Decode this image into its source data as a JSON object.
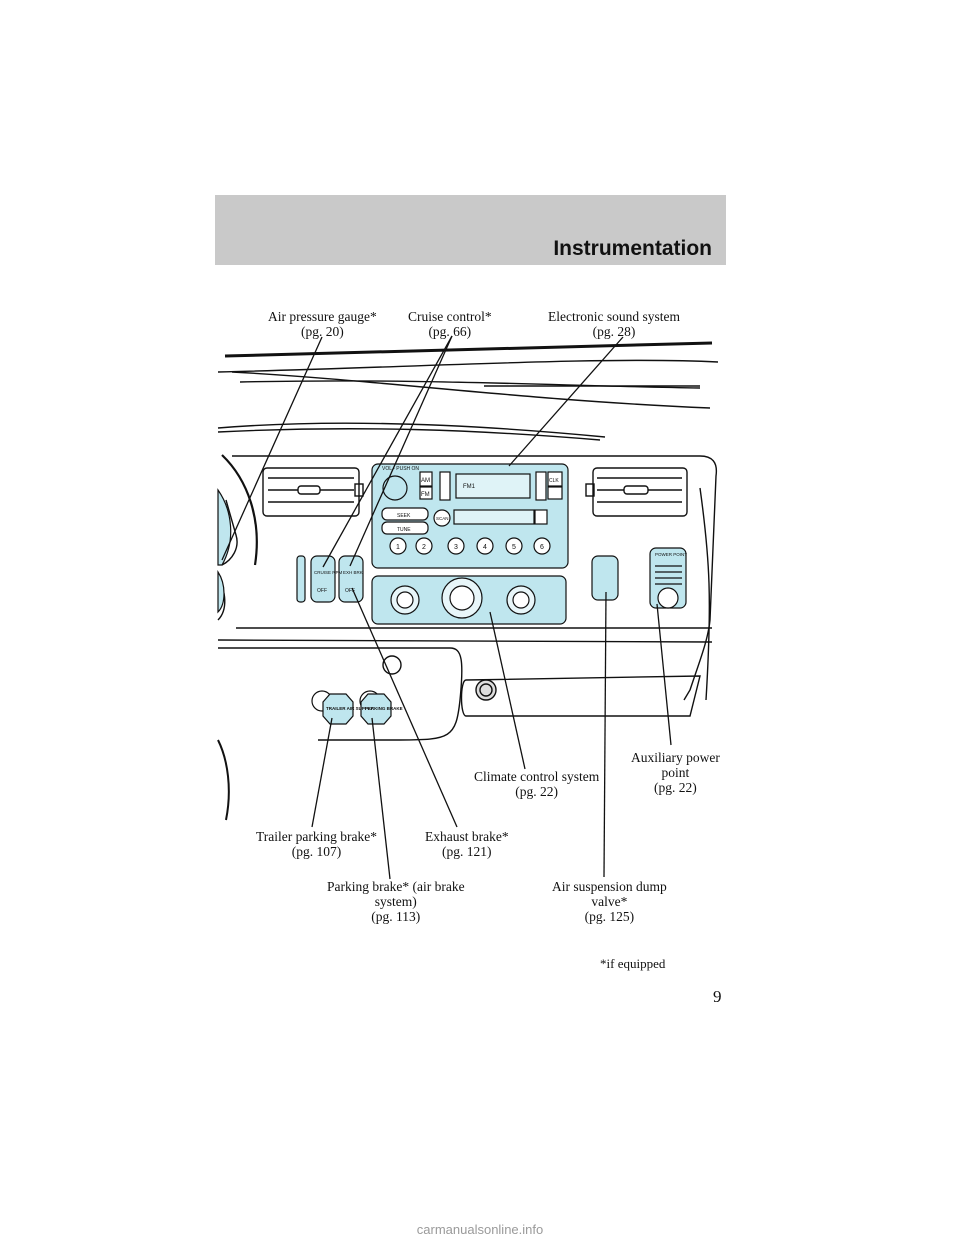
{
  "header": {
    "title": "Instrumentation"
  },
  "callouts": {
    "air_pressure_gauge": {
      "name": "Air pressure gauge*",
      "page": "(pg. 20)"
    },
    "cruise_control": {
      "name": "Cruise control*",
      "page": "(pg. 66)"
    },
    "electronic_sound_system": {
      "name": "Electronic sound system",
      "page": "(pg. 28)"
    },
    "climate_control_system": {
      "name": "Climate control system",
      "page": "(pg. 22)"
    },
    "auxiliary_power_point": {
      "line1": "Auxiliary power",
      "line2": "point",
      "page": "(pg. 22)"
    },
    "trailer_parking_brake": {
      "name": "Trailer parking brake*",
      "page": "(pg. 107)"
    },
    "exhaust_brake": {
      "name": "Exhaust brake*",
      "page": "(pg. 121)"
    },
    "parking_brake": {
      "line1": "Parking brake* (air brake",
      "line2": "system)",
      "page": "(pg. 113)"
    },
    "air_suspension_dump_valve": {
      "line1": "Air suspension dump",
      "line2": "valve*",
      "page": "(pg. 125)"
    }
  },
  "panel_labels": {
    "radio_vol": "VOL - PUSH ON",
    "radio_am": "AM",
    "radio_fm": "FM",
    "radio_band": "FM1",
    "radio_clk": "CLK",
    "radio_seek": "SEEK",
    "radio_tune": "TUNE",
    "radio_scan": "SCAN",
    "radio_presets": [
      "1",
      "2",
      "3",
      "4",
      "5",
      "6"
    ],
    "cruise_switch": "CRUISE RPM",
    "exh_switch": "EXH BRK",
    "switch_off": "OFF",
    "power_point": "POWER POINT",
    "trailer_knob": "TRAILER AIR SUPPLY",
    "parking_knob": "PARKING BRAKE"
  },
  "footnote": "*if equipped",
  "page_number": "9",
  "watermark": "carmanualsonline.info",
  "colors": {
    "panel_fill": "#bfe6ee",
    "header_band": "#c9c9c9"
  }
}
